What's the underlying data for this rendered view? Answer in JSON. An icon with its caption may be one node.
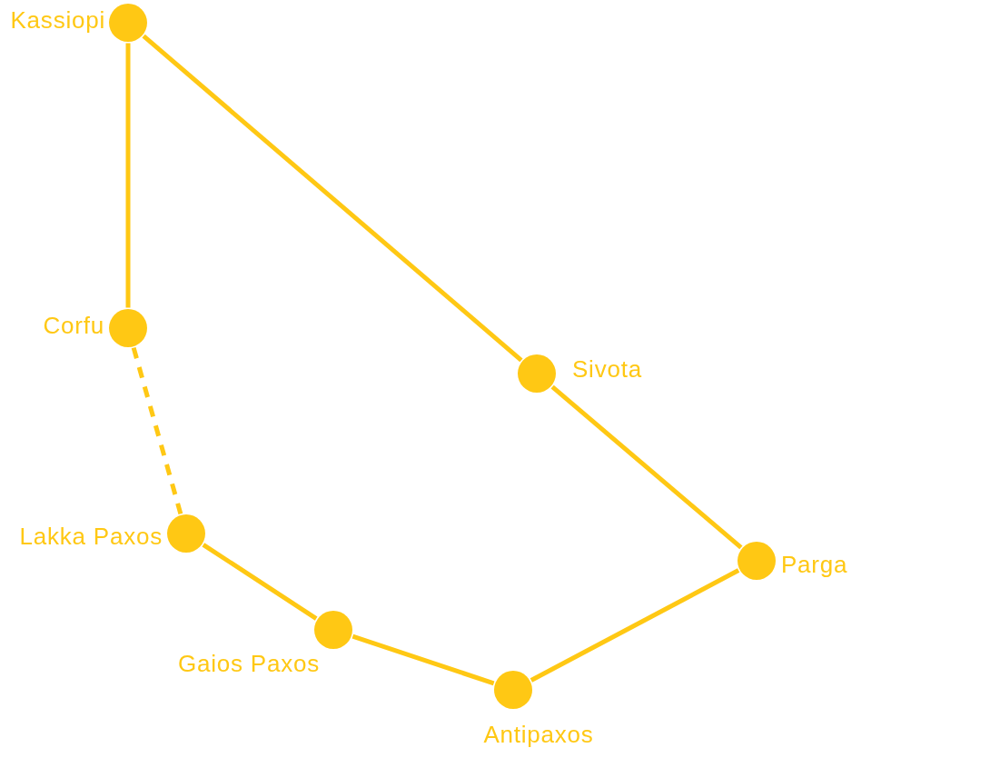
{
  "diagram": {
    "nodes": [
      {
        "text": [],
        "shape": "circle",
        "beside": [
          "Kassiopi"
        ]
      },
      {
        "text": [],
        "shape": "circle",
        "beside": [
          "Corfu"
        ]
      },
      {
        "text": [],
        "shape": "circle",
        "beside": [
          "Sivota"
        ]
      },
      {
        "text": [],
        "shape": "circle",
        "beside": [
          "Lakka Paxos"
        ]
      },
      {
        "text": [],
        "shape": "circle",
        "beside": [
          "Parga"
        ]
      },
      {
        "text": [],
        "shape": "circle",
        "beside": [
          "Gaios Paxos"
        ]
      },
      {
        "text": [],
        "shape": "circle",
        "beside": [
          "Antipaxos"
        ]
      }
    ],
    "edges": [
      {
        "from": 0,
        "to": 1,
        "arrow": "none"
      },
      {
        "from": 0,
        "to": 2,
        "arrow": "none"
      },
      {
        "from": 2,
        "to": 4,
        "arrow": "none"
      },
      {
        "from": 1,
        "to": 3,
        "arrow": "none",
        "style": "dashed"
      },
      {
        "from": 3,
        "to": 5,
        "arrow": "none"
      },
      {
        "from": 5,
        "to": 6,
        "arrow": "none"
      },
      {
        "from": 6,
        "to": 4,
        "arrow": "none"
      }
    ]
  }
}
